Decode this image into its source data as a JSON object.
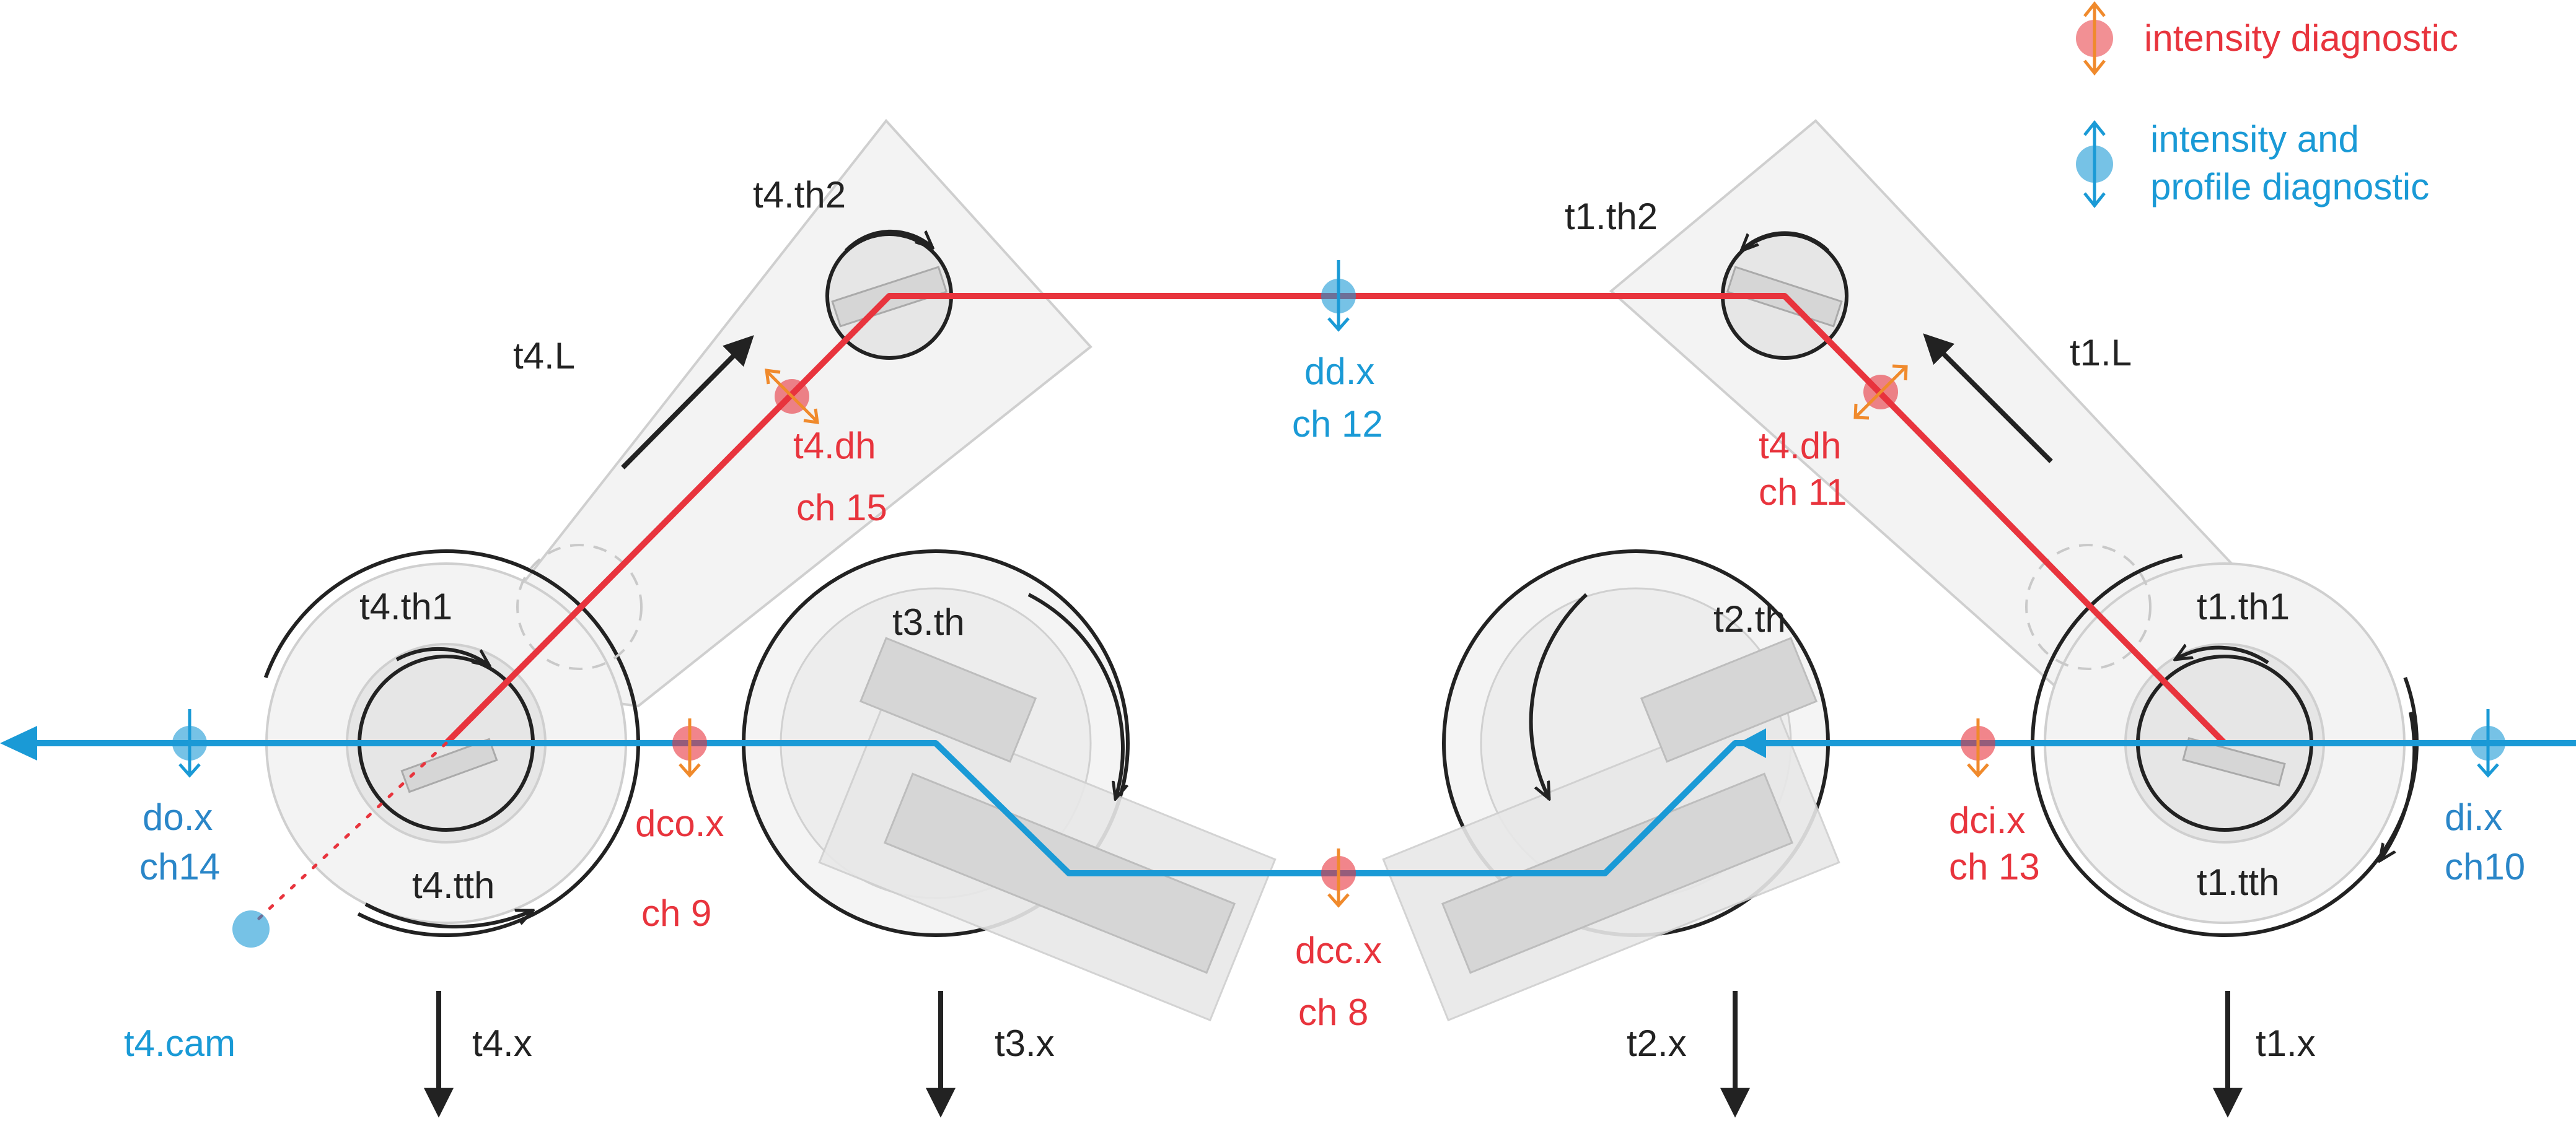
{
  "legend": {
    "intensity_label": "intensity diagnostic",
    "profile_label_line1": "intensity and",
    "profile_label_line2": "profile diagnostic"
  },
  "stages": {
    "t4_th2": "t4.th2",
    "t4_L": "t4.L",
    "t4_th1": "t4.th1",
    "t4_tth": "t4.tth",
    "t4_cam": "t4.cam",
    "t4_x": "t4.x",
    "t3_th": "t3.th",
    "t3_x": "t3.x",
    "t2_th": "t2.th",
    "t2_x": "t2.x",
    "t1_th2": "t1.th2",
    "t1_L": "t1.L",
    "t1_th1": "t1.th1",
    "t1_tth": "t1.tth",
    "t1_x": "t1.x"
  },
  "diagnostics": {
    "dd": {
      "name": "dd.x",
      "channel": "ch 12"
    },
    "t4dh": {
      "name": "t4.dh",
      "channel": "ch 15"
    },
    "t1dh": {
      "name": "t4.dh",
      "channel": "ch 11"
    },
    "do": {
      "name": "do.x",
      "channel": "ch14"
    },
    "dco": {
      "name": "dco.x",
      "channel": "ch 9"
    },
    "dcc": {
      "name": "dcc.x",
      "channel": "ch 8"
    },
    "dci": {
      "name": "dci.x",
      "channel": "ch 13"
    },
    "di": {
      "name": "di.x",
      "channel": "ch10"
    }
  },
  "colors": {
    "red_beam": "#e8343d",
    "blue_beam": "#1a9ad6",
    "orange_arrow": "#f08a2c",
    "plate": "#f2f2f2",
    "plate_stroke": "#cfcfcf"
  }
}
